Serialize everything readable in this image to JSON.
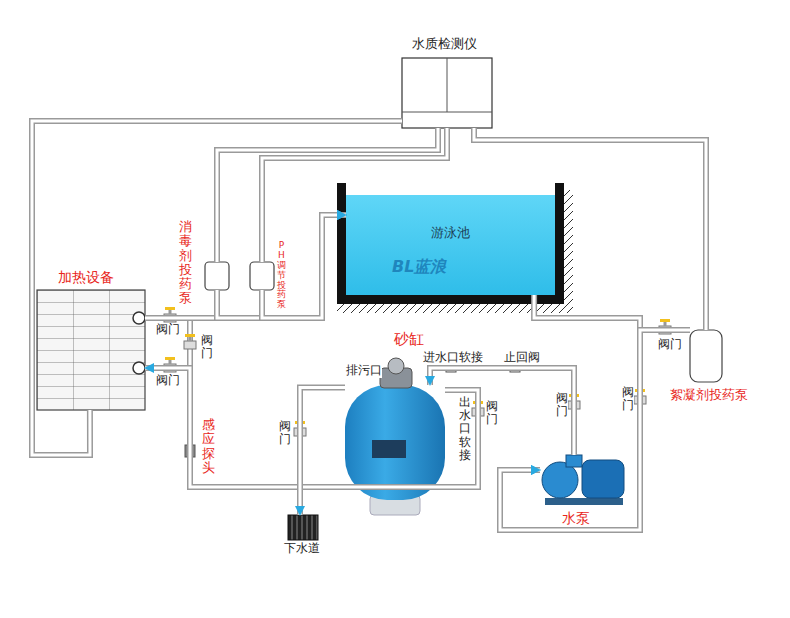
{
  "diagram": {
    "nodes": [
      {
        "text": [
          "水质检测仪"
        ]
      },
      {
        "text": [
          "游泳池"
        ]
      },
      {
        "text": [
          "消毒剂投药泵"
        ]
      },
      {
        "text": [
          "PH调节投药泵"
        ]
      },
      {
        "text": [
          "加热设备"
        ]
      },
      {
        "text": [
          "砂缸"
        ]
      },
      {
        "text": [
          "水泵"
        ]
      },
      {
        "text": [
          "絮凝剂投药泵"
        ]
      },
      {
        "text": [
          "下水道"
        ]
      }
    ],
    "edges": [
      {
        "from": 0,
        "to": 4,
        "arrow": "none"
      },
      {
        "from": 0,
        "to": 2,
        "arrow": "none"
      },
      {
        "from": 0,
        "to": 3,
        "arrow": "none"
      },
      {
        "from": 0,
        "to": 7,
        "arrow": "none"
      },
      {
        "from": 1,
        "to": 6,
        "arrow": "to"
      },
      {
        "from": 7,
        "to": 6,
        "arrow": "to"
      },
      {
        "from": 6,
        "to": 5,
        "arrow": "to"
      },
      {
        "from": 5,
        "to": 4,
        "arrow": "to"
      },
      {
        "from": 4,
        "to": 1,
        "arrow": "to"
      },
      {
        "from": 2,
        "to": 1,
        "arrow": "to"
      },
      {
        "from": 3,
        "to": 1,
        "arrow": "to"
      },
      {
        "from": 5,
        "to": 8,
        "arrow": "to"
      }
    ],
    "labels": [
      "BL蓝浪",
      "阀门",
      "阀门",
      "阀门",
      "阀门",
      "阀门",
      "阀门",
      "阀门",
      "阀门",
      "感应探头",
      "排污口",
      "进水口软接",
      "止回阀",
      "出水口软接"
    ]
  }
}
